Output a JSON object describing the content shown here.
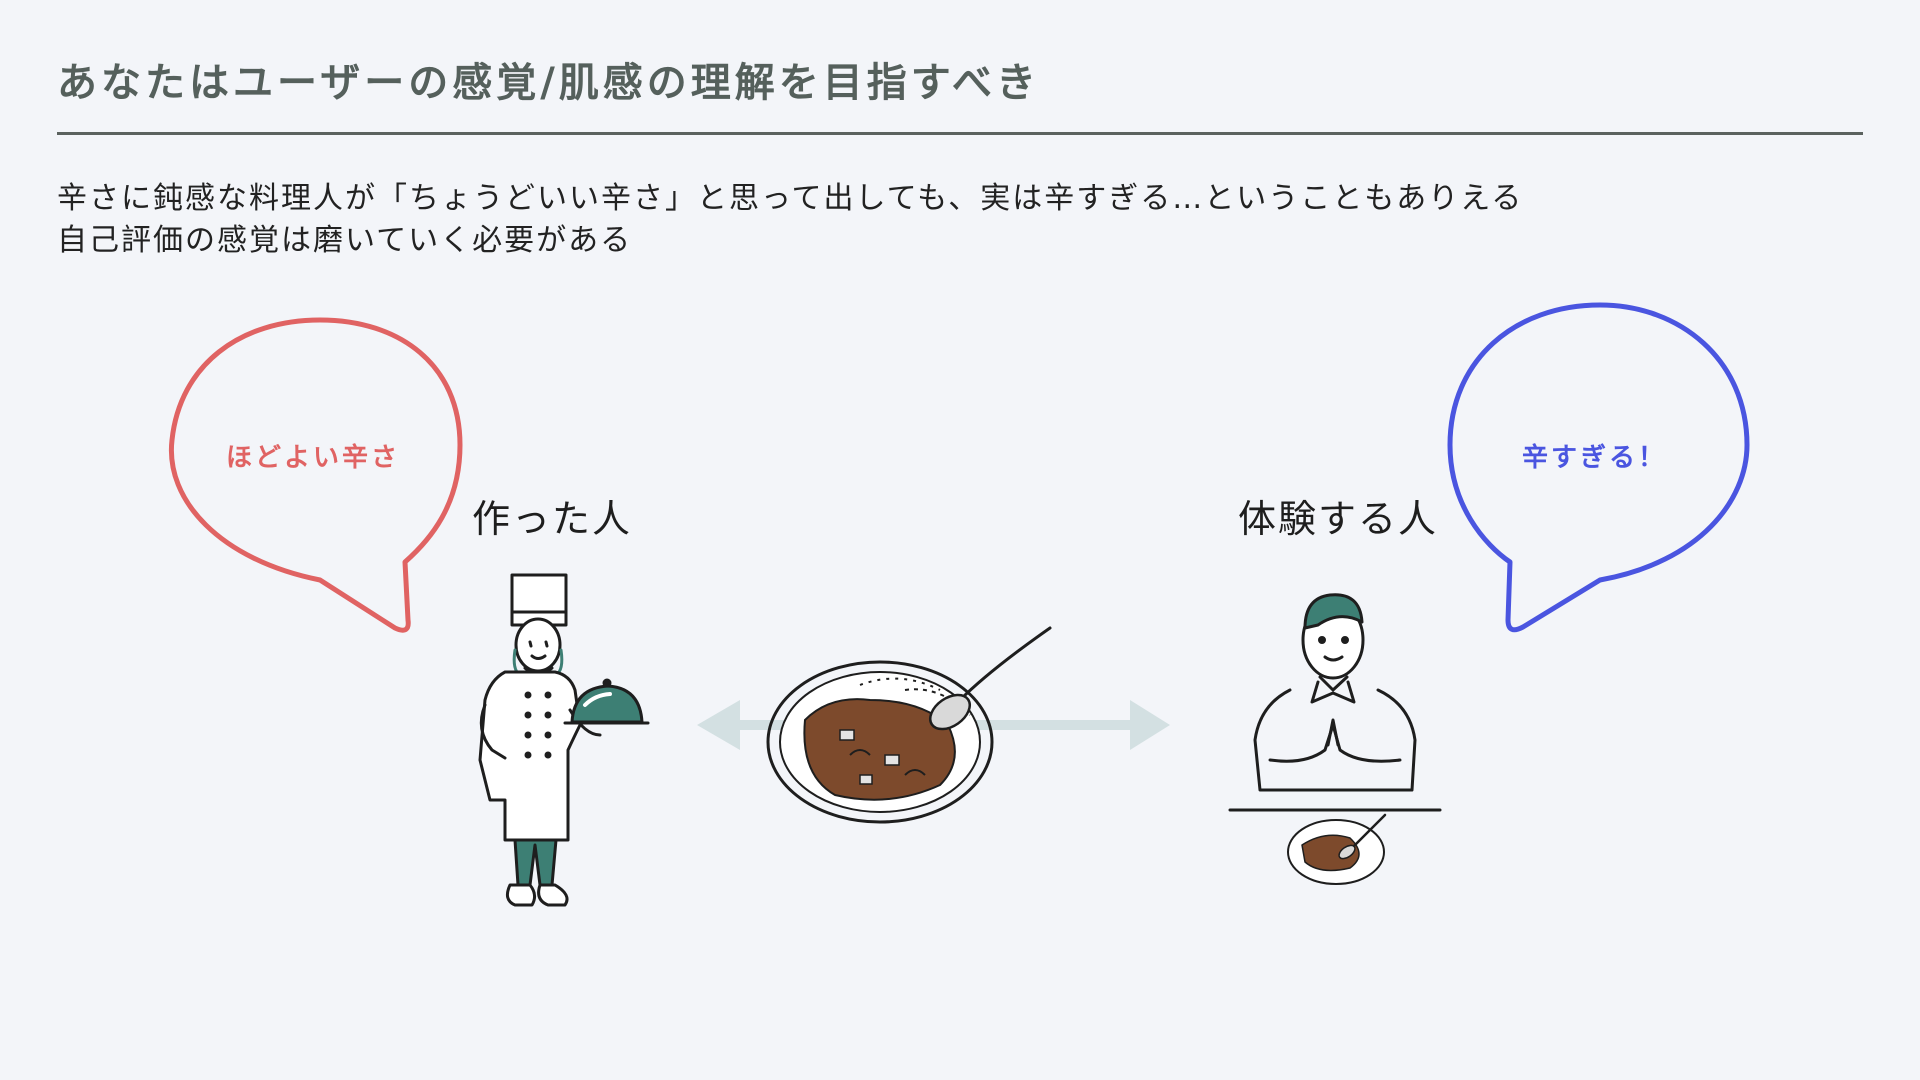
{
  "slide": {
    "title": "あなたはユーザーの感覚/肌感の理解を目指すべき",
    "body_lines": [
      "辛さに鈍感な料理人が「ちょうどいい辛さ」と思って出しても、実は辛すぎる…ということもありえる",
      "自己評価の感覚は磨いていく必要がある"
    ]
  },
  "chef": {
    "label": "作った人",
    "speech": "ほどよい辛さ"
  },
  "diner": {
    "label": "体験する人",
    "speech": "辛すぎる！"
  },
  "colors": {
    "chef_bubble": "#e06363",
    "diner_bubble": "#4a55e0",
    "accent_teal": "#3d7f74",
    "curry": "#7d4a2c",
    "arrow": "#d3e0e2",
    "title_text": "#55605c"
  }
}
